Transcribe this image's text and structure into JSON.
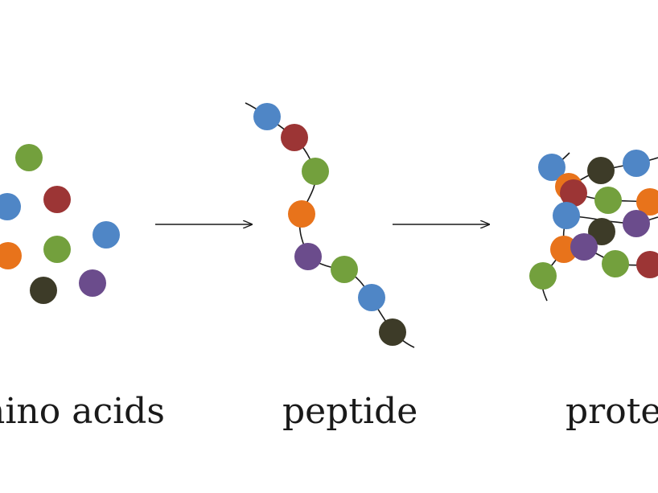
{
  "labels": {
    "amino_acids": "nino acids",
    "peptide": "peptide",
    "protein": "protei"
  },
  "colors": {
    "blue": "#4f86c6",
    "red": "#9c3535",
    "green": "#73a03d",
    "orange": "#e8731b",
    "purple": "#6b4c8c",
    "dark": "#3d3b28",
    "line": "#1a1a1a"
  }
}
